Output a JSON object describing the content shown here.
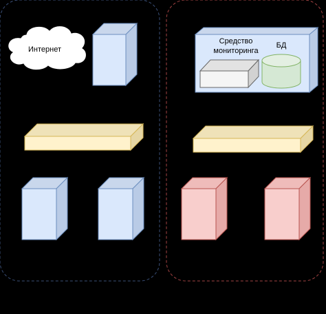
{
  "diagram": {
    "background": "#000000",
    "zones": [
      {
        "name": "left-zone",
        "border_color": "#3a4f78",
        "border_style": "dashed"
      },
      {
        "name": "right-zone",
        "border_color": "#a34343",
        "border_style": "dashed"
      }
    ],
    "internet_label": "Интернет",
    "monitoring_group": {
      "label_line1": "Средство",
      "label_line2": "мониторинга",
      "db_label": "БД"
    },
    "colors": {
      "blue_face": "#dae8fc",
      "blue_stroke": "#6c8ebf",
      "yellow_face": "#fff2cc",
      "yellow_stroke": "#d6b656",
      "red_face": "#f8cecc",
      "red_stroke": "#b85450",
      "green_face": "#d5e8d4",
      "green_stroke": "#82b366",
      "gray_face": "#f5f5f5",
      "gray_stroke": "#666666",
      "cloud_fill": "#ffffff"
    }
  }
}
